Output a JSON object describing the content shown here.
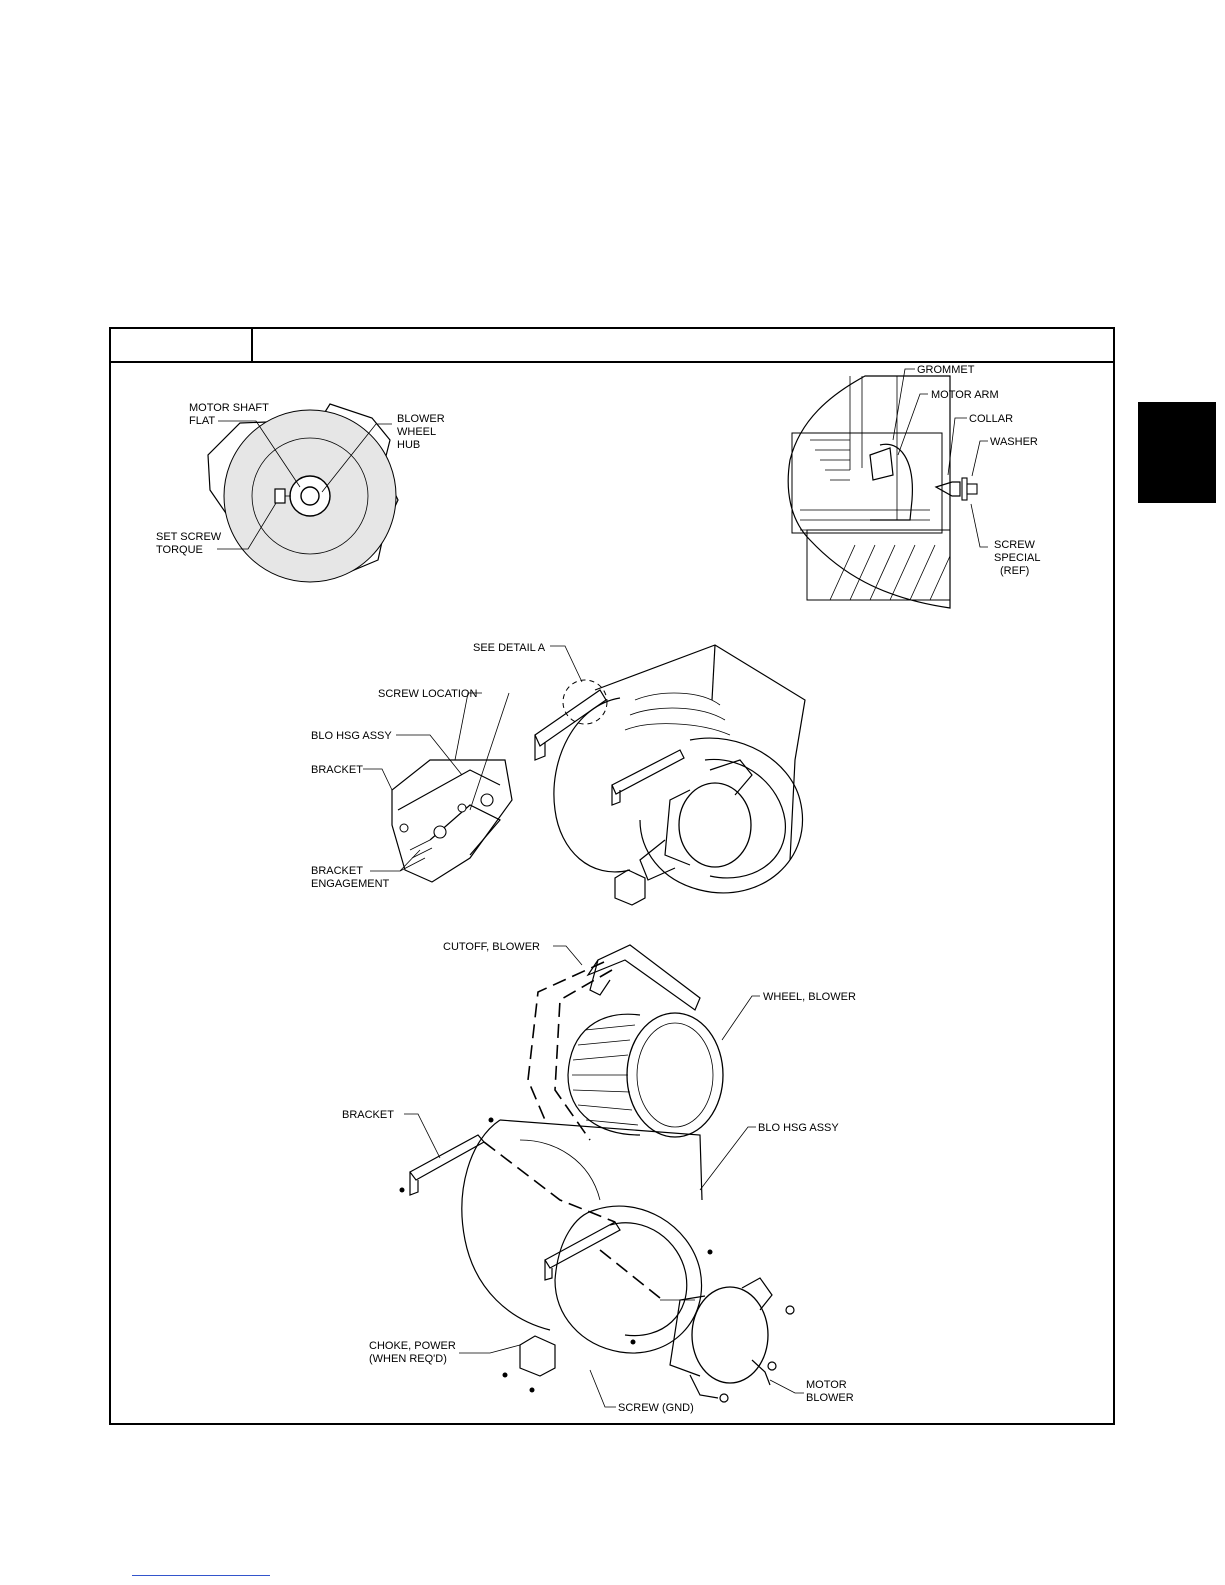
{
  "figure": {
    "number": "",
    "title": ""
  },
  "labels": {
    "motor_shaft_flat": [
      "MOTOR SHAFT",
      "FLAT"
    ],
    "blower_wheel_hub": [
      "BLOWER",
      "WHEEL",
      "HUB"
    ],
    "set_screw_torque": [
      "SET SCREW",
      "TORQUE"
    ],
    "grommet": "GROMMET",
    "motor_arm": "MOTOR ARM",
    "collar": "COLLAR",
    "washer": "WASHER",
    "screw_special": [
      "SCREW",
      "SPECIAL",
      "(REF)"
    ],
    "see_detail_a": "SEE DETAIL  A",
    "screw_location": "SCREW LOCATION",
    "blo_hsg_assy_detail": "BLO HSG ASSY",
    "bracket_detail": "BRACKET",
    "bracket_engagement": [
      "BRACKET",
      "ENGAGEMENT"
    ],
    "cutoff_blower": "CUTOFF, BLOWER",
    "wheel_blower": "WHEEL, BLOWER",
    "bracket_exploded": "BRACKET",
    "blo_hsg_assy_exploded": "BLO HSG ASSY",
    "choke_power": [
      "CHOKE, POWER",
      "(WHEN REQ'D)"
    ],
    "screw_gnd": "SCREW (GND)",
    "motor_blower": [
      "MOTOR",
      "BLOWER"
    ]
  },
  "colors": {
    "hub_fill": "#e6e6e6",
    "ink": "#000000",
    "link": "#3355cc"
  }
}
